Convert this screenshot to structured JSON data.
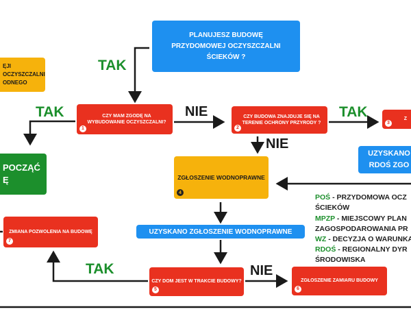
{
  "boxes": {
    "start": "PLANUJESZ BUDOWĘ PRZYDOMOWEJ OCZYSZCZALNI ŚCIEKÓW ?",
    "yellow_left": "ĘJI OCZYSZCZALNI ODNEGO",
    "green_left": "POCZĄĆ Ę",
    "q1": "CZY MAM ZGODĘ NA WYBUDOWANIE OCZYSZCZALNI?",
    "q2": "CZY BUDOWA ZNAJDUJE SIĘ NA TERENIE OCHRONY PRZYRODY ?",
    "q3": "Z",
    "zgloszenie": "ZGŁOSZENIE WODNOPRAWNE",
    "zmiana": "ZMIANA POZWOLENIA NA BUDOWĘ",
    "q5": "CZY DOM JEST W TRAKCIE BUDOWY?",
    "zamiar": "ZGŁOSZENIE ZAMIARU BUDOWY",
    "uzyskano_wodno": "UZYSKANO ZGŁOSZENIE WODNOPRAWNE",
    "uzyskano_rdos": "UZYSKANO RDOŚ ZGO"
  },
  "numbers": {
    "n1": "1",
    "n2": "2",
    "n3": "3",
    "n4": "4",
    "n5": "5",
    "n6": "6",
    "n7": "7"
  },
  "labels": {
    "tak": "TAK",
    "nie": "NIE"
  },
  "legend": [
    {
      "abbr": "POŚ",
      "text": " - PRZYDOMOWA OCZ"
    },
    {
      "abbr": "",
      "text": "ŚCIEKÓW"
    },
    {
      "abbr": "MPZP",
      "text": " - MIEJSCOWY PLAN"
    },
    {
      "abbr": "",
      "text": "ZAGOSPODAROWANIA PR"
    },
    {
      "abbr": "WZ",
      "text": " - DECYZJA O WARUNKA"
    },
    {
      "abbr": "RDOŚ",
      "text": " - REGIONALNY DYR"
    },
    {
      "abbr": "",
      "text": "ŚRODOWISKA"
    }
  ],
  "colors": {
    "red": "#e9311f",
    "blue": "#1e90f0",
    "yellow": "#f6b20c",
    "green": "#1c8f2c",
    "arrow": "#1a1a1a"
  }
}
